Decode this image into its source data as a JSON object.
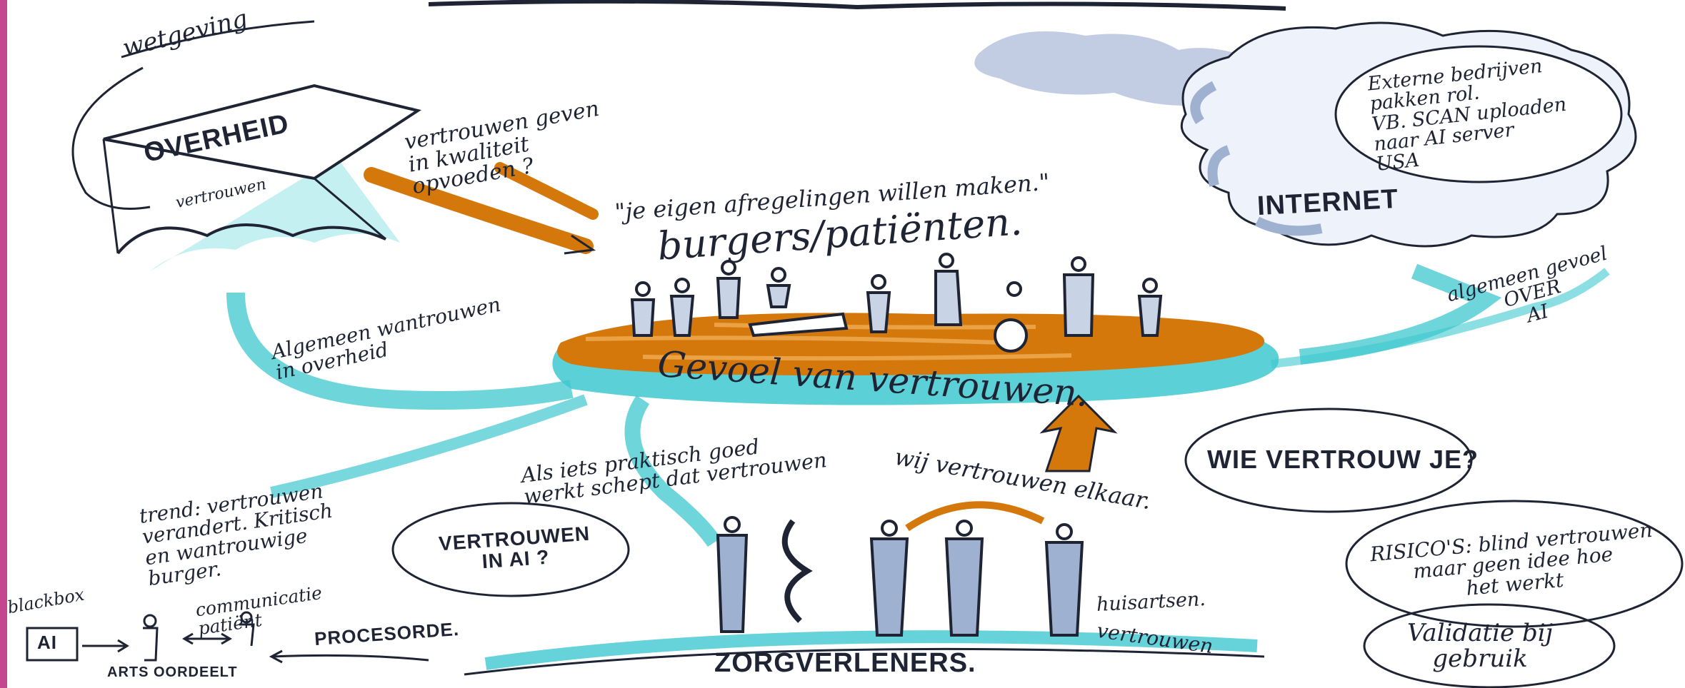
{
  "title_partial": "tussen AI en gezondheidszorg",
  "overheid": {
    "label": "OVERHEID",
    "sub": "vertrouwen",
    "law": "wetgeving"
  },
  "arrows_text": {
    "quality": "vertrouwen geven\nin kwaliteit\nopvoeden ?",
    "quote": "\"je eigen afregelingen willen maken.\""
  },
  "citizens": "burgers/patiënten.",
  "feeling": "Gevoel van vertrouwen.",
  "distrust": "Algemeen wantrouwen\nin overheid",
  "internet": {
    "label": "INTERNET",
    "bubble": "Externe bedrijven\npakken rol.\nVB. SCAN uploaden\nnaar AI server\nUSA",
    "general": "algemeen gevoel\nOVER\nAI"
  },
  "practical": "Als iets praktisch goed\nwerkt schept dat vertrouwen",
  "mutual": "wij vertrouwen elkaar.",
  "who": "WIE VERTROUW JE?",
  "trend": "trend: vertrouwen\nverandert. Kritisch\nen wantrouwige\nburger.",
  "trust_ai": "VERTROUWEN\nIN AI ?",
  "risk": "RISICO'S: blind vertrouwen\nmaar geen idee hoe\nhet werkt",
  "validation": "Validatie bij\ngebruik",
  "gp": "huisartsen.",
  "trust_word": "vertrouwen",
  "care": "ZORGVERLENERS.",
  "process": {
    "blackbox": "blackbox",
    "ai": "AI",
    "doctor": "ARTS OORDEELT",
    "communication": "communicatie\npatiënt",
    "order": "PROCESORDE."
  },
  "colors": {
    "ink": "#1f2434",
    "teal": "#3ec8cf",
    "orange": "#d4780c",
    "cloud": "#9fb1d1",
    "frame": "#c4468f"
  }
}
